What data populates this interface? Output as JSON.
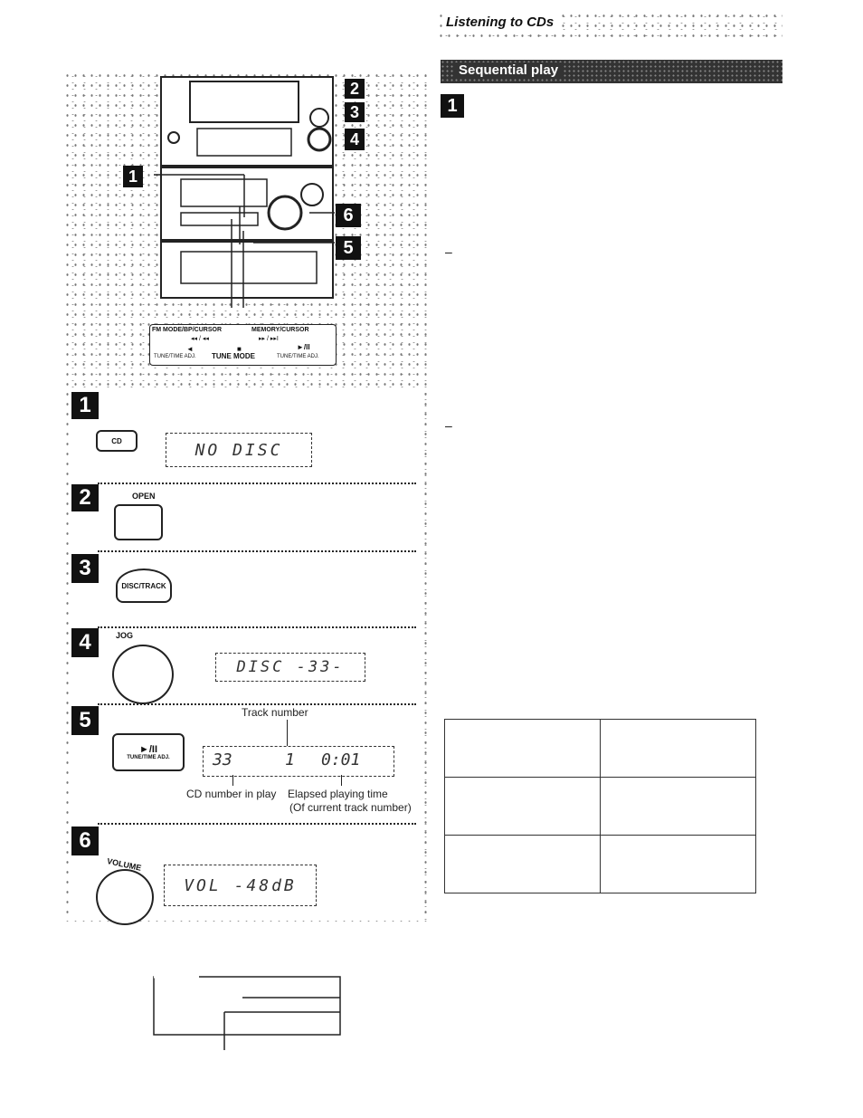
{
  "header": {
    "title": "Listening to CDs"
  },
  "section": {
    "title": "Sequential play",
    "step1_badge": "1"
  },
  "diagram": {
    "callouts": [
      "1",
      "2",
      "3",
      "4",
      "5",
      "6"
    ],
    "button_labels": {
      "top_left": "FM MODE/BP/CURSOR",
      "top_right": "MEMORY/CURSOR",
      "prev_skip": "◂◂ / ◂◂",
      "next_skip": "▸▸ / ▸▸I",
      "tune_down_arrow": "◄",
      "tune_down": "TUNE/TIME ADJ.",
      "stop_symbol": "■",
      "tune_mode": "TUNE MODE",
      "play_pause": "►/II",
      "tune_up": "TUNE/TIME ADJ."
    }
  },
  "steps": [
    {
      "number": "1",
      "button": "CD",
      "display": "NO DISC"
    },
    {
      "number": "2",
      "button_label": "OPEN"
    },
    {
      "number": "3",
      "button": "DISC/TRACK"
    },
    {
      "number": "4",
      "knob_label": "JOG",
      "display": "DISC -33-"
    },
    {
      "number": "5",
      "button_symbol": "►/II",
      "button_sub": "TUNE/TIME ADJ.",
      "display_disc": "33",
      "display_track": "1",
      "display_time": "0:01",
      "label_track": "Track number",
      "label_cd": "CD number in play",
      "label_elapsed": "Elapsed playing time",
      "label_elapsed_sub": "(Of current track number)"
    },
    {
      "number": "6",
      "knob_label": "VOLUME",
      "display": "VOL -48dB"
    }
  ],
  "right_column": {
    "dash_markers": [
      "–",
      "–"
    ]
  }
}
